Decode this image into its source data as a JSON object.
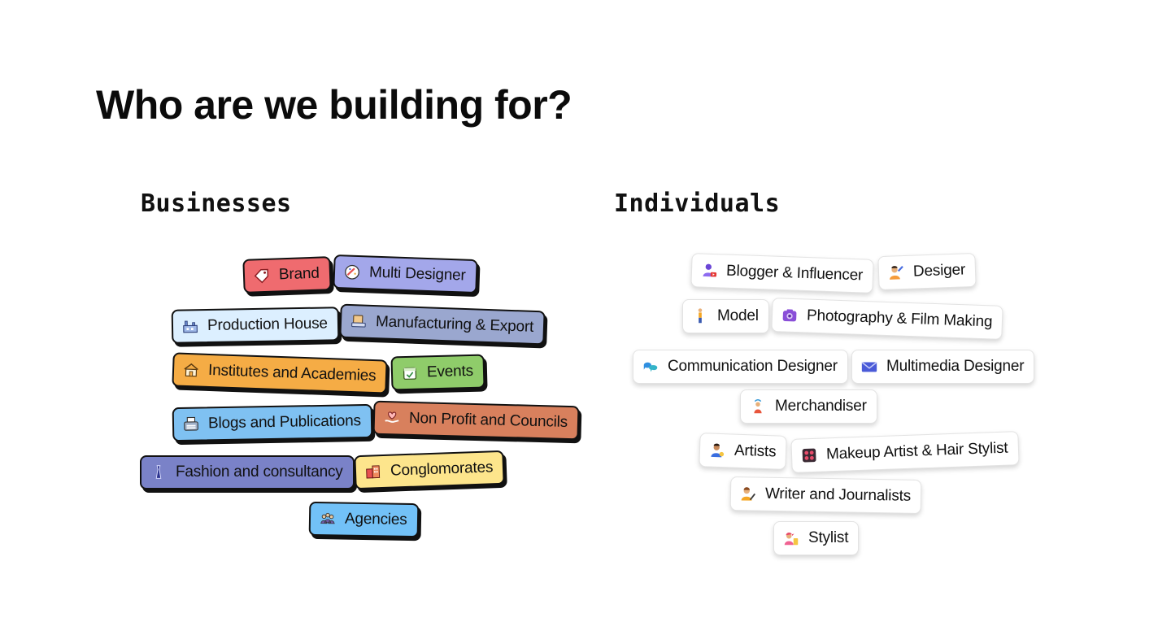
{
  "title": "Who are we building for?",
  "businesses": {
    "heading": "Businesses",
    "items": [
      {
        "label": "Brand",
        "icon": "tag-icon",
        "color": "#ef6b6f"
      },
      {
        "label": "Multi Designer",
        "icon": "palette-icon",
        "color": "#a3a7ea"
      },
      {
        "label": "Production House",
        "icon": "factory-icon",
        "color": "#dcefff"
      },
      {
        "label": "Manufacturing & Export",
        "icon": "export-box-icon",
        "color": "#9aa7cf"
      },
      {
        "label": "Institutes and Academies",
        "icon": "school-icon",
        "color": "#f5ac45"
      },
      {
        "label": "Events",
        "icon": "calendar-icon",
        "color": "#8fcc6a"
      },
      {
        "label": "Blogs and Publications",
        "icon": "typewriter-icon",
        "color": "#7fc1f2"
      },
      {
        "label": "Non Profit and Councils",
        "icon": "heart-hand-icon",
        "color": "#d8805d"
      },
      {
        "label": "Fashion and consultancy",
        "icon": "dress-icon",
        "color": "#7a82c8"
      },
      {
        "label": "Conglomorates",
        "icon": "buildings-icon",
        "color": "#fde58c"
      },
      {
        "label": "Agencies",
        "icon": "group-icon",
        "color": "#72c1f7"
      }
    ]
  },
  "individuals": {
    "heading": "Individuals",
    "items": [
      {
        "label": "Blogger & Influencer",
        "icon": "blogger-icon"
      },
      {
        "label": "Desiger",
        "icon": "designer-person-icon"
      },
      {
        "label": "Model",
        "icon": "model-person-icon"
      },
      {
        "label": "Photography & Film Making",
        "icon": "camera-icon"
      },
      {
        "label": "Communication Designer",
        "icon": "speech-bubble-icon"
      },
      {
        "label": "Multimedia Designer",
        "icon": "mail-icon"
      },
      {
        "label": "Merchandiser",
        "icon": "merchandiser-icon"
      },
      {
        "label": "Artists",
        "icon": "artist-icon"
      },
      {
        "label": "Makeup Artist & Hair Stylist",
        "icon": "makeup-palette-icon"
      },
      {
        "label": "Writer and Journalists",
        "icon": "writer-icon"
      },
      {
        "label": "Stylist",
        "icon": "stylist-icon"
      }
    ]
  }
}
